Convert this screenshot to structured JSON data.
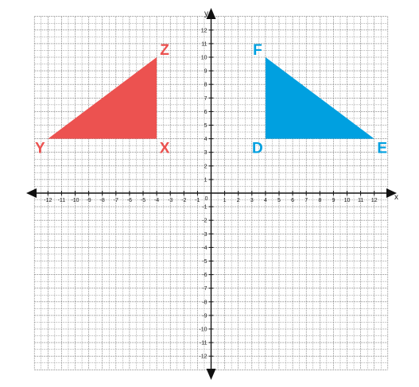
{
  "grid": {
    "x_range": [
      -13,
      13
    ],
    "y_range": [
      -13,
      13
    ],
    "minor_divisions": 2,
    "line_color": "#7a7a7a"
  },
  "axes": {
    "x_name": "x",
    "y_name": "y",
    "origin_label": "0",
    "x_ticks": [
      -12,
      -11,
      -10,
      -9,
      -8,
      -7,
      -6,
      -5,
      -4,
      -3,
      -2,
      -1,
      1,
      2,
      3,
      4,
      5,
      6,
      7,
      8,
      9,
      10,
      11,
      12
    ],
    "y_ticks": [
      12,
      11,
      10,
      9,
      8,
      7,
      6,
      5,
      4,
      3,
      2,
      1,
      -1,
      -2,
      -3,
      -4,
      -5,
      -6,
      -7,
      -8,
      -9,
      -10,
      -11,
      -12
    ],
    "color": "#111111"
  },
  "shapes": [
    {
      "id": "triangle-xyz",
      "fill": "#ec5250",
      "vertices": [
        {
          "label": "X",
          "x": -4,
          "y": 4
        },
        {
          "label": "Y",
          "x": -12,
          "y": 4
        },
        {
          "label": "Z",
          "x": -4,
          "y": 10
        }
      ]
    },
    {
      "id": "triangle-def",
      "fill": "#00a0e0",
      "vertices": [
        {
          "label": "D",
          "x": 4,
          "y": 4
        },
        {
          "label": "E",
          "x": 12,
          "y": 4
        },
        {
          "label": "F",
          "x": 4,
          "y": 10
        }
      ]
    }
  ]
}
